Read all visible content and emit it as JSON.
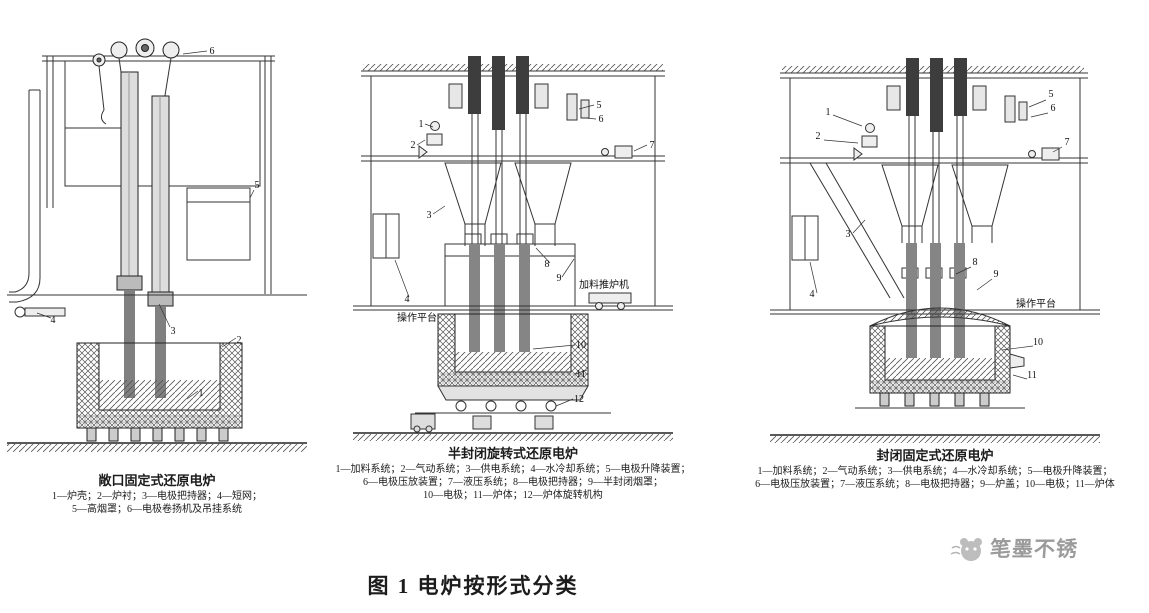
{
  "figure": {
    "caption": "图 1  电炉按形式分类",
    "watermark": "笔墨不锈",
    "colors": {
      "ink": "#1c1c1c",
      "watermark_gray": "#9b9b9b"
    }
  },
  "diagrams": [
    {
      "id": "open-fixed",
      "title": "敞口固定式还原电炉",
      "legend_lines": [
        "1—炉壳；2—炉衬；3—电极把持器；4—短网；",
        "5—高烟罩；6—电极卷扬机及吊挂系统"
      ],
      "callout_labels": [
        "1",
        "2",
        "3",
        "4",
        "5",
        "6"
      ]
    },
    {
      "id": "semi-closed-rotary",
      "title": "半封闭旋转式还原电炉",
      "legend_lines": [
        "1—加料系统；2—气动系统；3—供电系统；4—水冷却系统；5—电极升降装置；",
        "6—电极压放装置；7—液压系统；8—电极把持器；9—半封闭烟罩；",
        "10—电极；11—炉体；12—炉体旋转机构"
      ],
      "annotations": {
        "platform": "操作平台",
        "charging_machine": "加料推炉机"
      },
      "callout_labels": [
        "1",
        "2",
        "3",
        "4",
        "5",
        "6",
        "7",
        "8",
        "9",
        "10",
        "11",
        "12"
      ]
    },
    {
      "id": "closed-fixed",
      "title": "封闭固定式还原电炉",
      "legend_lines": [
        "1—加料系统；2—气动系统；3—供电系统；4—水冷却系统；5—电极升降装置；",
        "6—电极压放装置；7—液压系统；8—电极把持器；9—炉盖；10—电极；11—炉体"
      ],
      "annotations": {
        "platform": "操作平台"
      },
      "callout_labels": [
        "1",
        "2",
        "3",
        "4",
        "5",
        "6",
        "7",
        "8",
        "9",
        "10",
        "11"
      ]
    }
  ]
}
